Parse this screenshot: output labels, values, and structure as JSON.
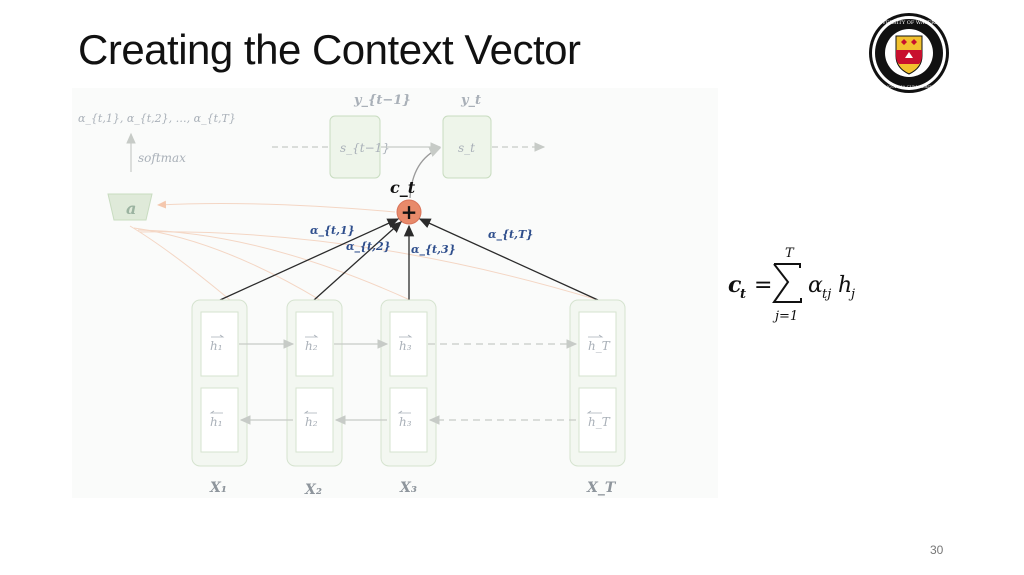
{
  "slide": {
    "title": "Creating the Context Vector",
    "page_number": "30",
    "logo_text": "UNIVERSITY OF WATERLOO",
    "logo_motto": "CONCORDIA CUM VERITATE"
  },
  "diagram": {
    "alpha_list": "α_{t,1}, α_{t,2}, …, α_{t,T}",
    "softmax_label": "softmax",
    "attention_box_label": "a",
    "outputs": [
      "y_{t−1}",
      "y_t"
    ],
    "decoder_states": [
      "s_{t−1}",
      "s_t"
    ],
    "context_label": "c_t",
    "plus_symbol": "+",
    "weights": [
      "α_{t,1}",
      "α_{t,2}",
      "α_{t,3}",
      "α_{t,T}"
    ],
    "forward_states": [
      "h₁",
      "h₂",
      "h₃",
      "h_T"
    ],
    "backward_states": [
      "h₁",
      "h₂",
      "h₃",
      "h_T"
    ],
    "inputs": [
      "X₁",
      "X₂",
      "X₃",
      "X_T"
    ]
  },
  "formula": {
    "lhs": "c",
    "lhs_sub": "t",
    "equals": "=",
    "sum_upper": "T",
    "sum_lower": "j=1",
    "alpha": "α",
    "alpha_sub": "tj",
    "h": "h",
    "h_sub": "j"
  },
  "colors": {
    "faded_stroke": "#c8dcc0",
    "faded_fill": "#eef5ea",
    "faded_text": "#a9b0b8",
    "weight_text": "#2e4e8c",
    "plus_fill": "#e88a6a",
    "arrow": "#2b2b2b"
  }
}
